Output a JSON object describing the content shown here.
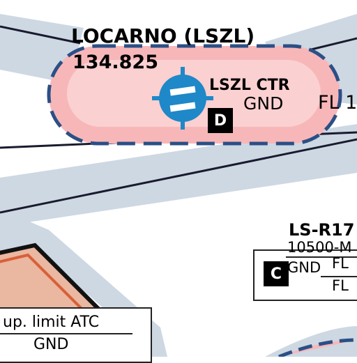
{
  "colors": {
    "background": "#ffffff",
    "airway_band": "#cdd8e3",
    "ctr_fill": "#f7b7b9",
    "ctr_inner": "#fbd0d1",
    "ctr_border": "#2b4f86",
    "airport_symbol": "#1e88c8",
    "restricted_fill": "#eab7a0",
    "restricted_border": "#111111",
    "line": "#1a1a2e"
  },
  "ctr": {
    "name": "LOCARNO (LSZL)",
    "frequency": "134.825",
    "label": "LSZL CTR",
    "lower_limit": "GND",
    "airspace_class": "D",
    "airport_icon": "airport-icon"
  },
  "fl_label_right": "FL 1",
  "restricted": {
    "name": "LS-R17",
    "upper": "10500-M",
    "lower": "GND",
    "class": "C",
    "fl_top": "FL",
    "fl_bottom": "FL"
  },
  "ta_box": {
    "upper": "up. limit ATC",
    "lower": "GND"
  }
}
